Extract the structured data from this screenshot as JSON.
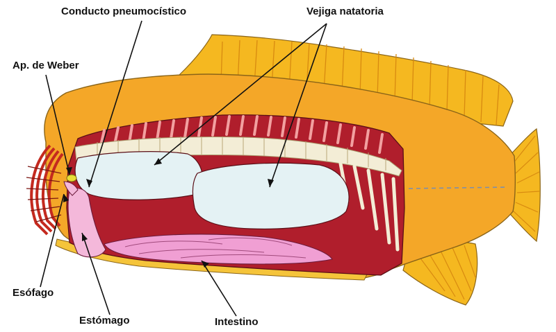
{
  "labels": {
    "conducto": "Conducto pneumocístico",
    "vejiga": "Vejiga natatoria",
    "weber": "Ap. de Weber",
    "esofago": "Esófago",
    "estomago": "Estómago",
    "intestino": "Intestino"
  },
  "colors": {
    "body": "#F4A728",
    "body_stroke": "#8A6418",
    "fin": "#F5B820",
    "cavity": "#B01E2C",
    "bladder": "#E4F2F4",
    "spine": "#F3EDD6",
    "stomach": "#F4B8DA",
    "intestine": "#F09FD3",
    "gills": "#C42A1F",
    "weber_apparatus": "#E8DC36",
    "pointer": "#111111"
  }
}
